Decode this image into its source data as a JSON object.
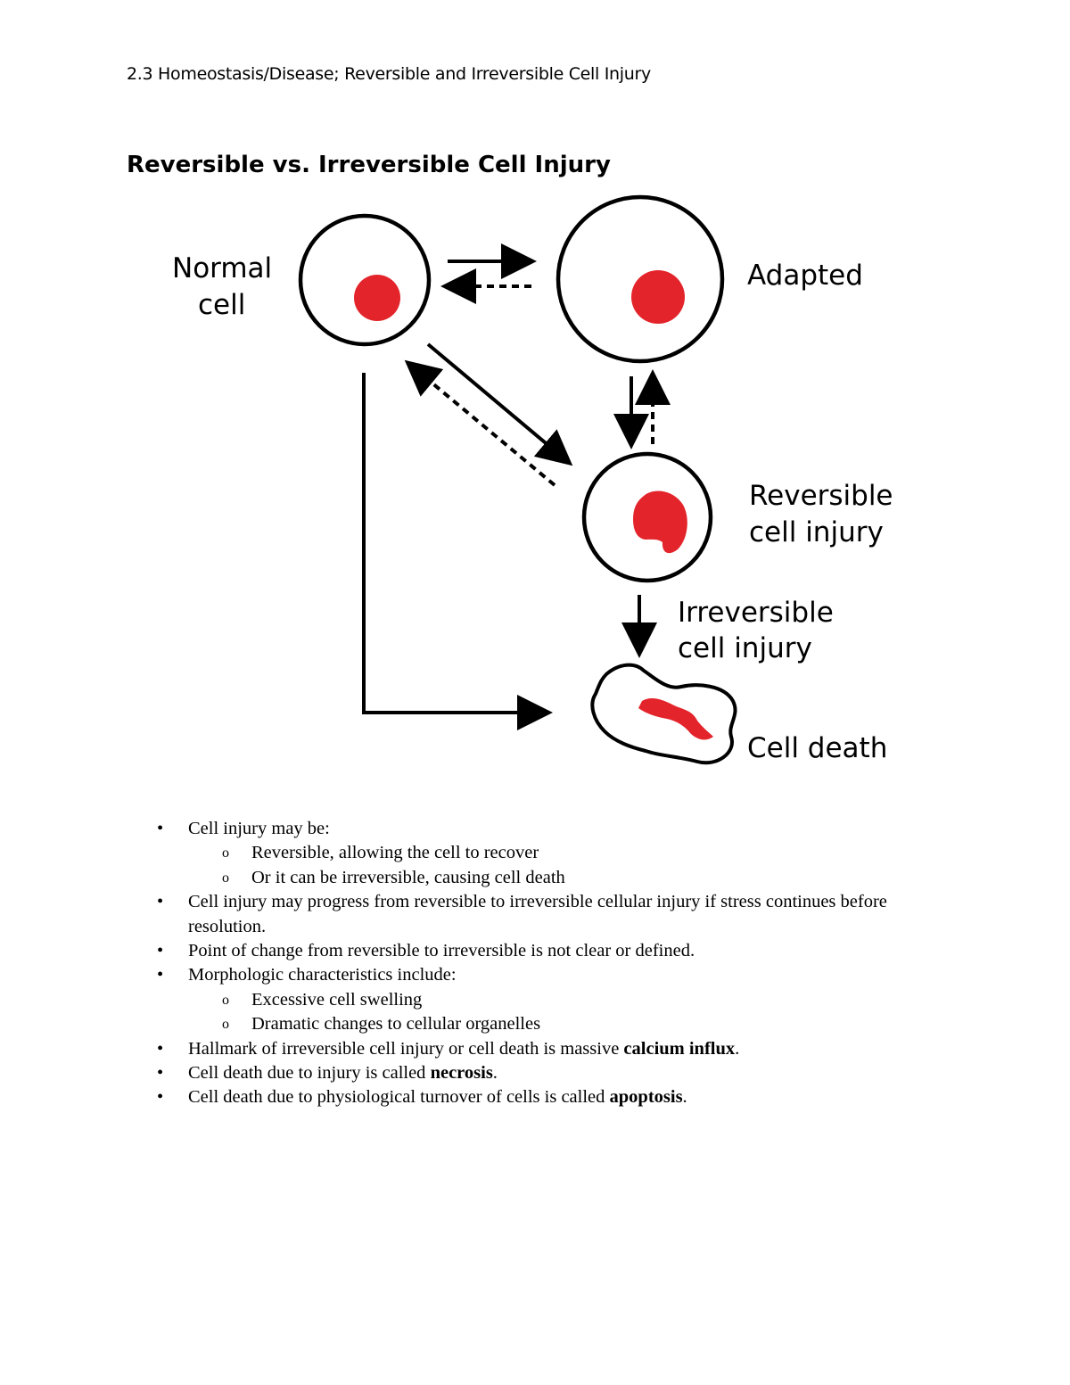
{
  "header": "2.3 Homeostasis/Disease; Reversible and Irreversible Cell Injury",
  "diagram": {
    "title": "Reversible vs. Irreversible Cell Injury",
    "labels": {
      "normal_line1": "Normal",
      "normal_line2": "cell",
      "adapted": "Adapted",
      "reversible_line1": "Reversible",
      "reversible_line2": "cell injury",
      "irreversible_line1": "Irreversible",
      "irreversible_line2": "cell injury",
      "cell_death": "Cell death"
    },
    "colors": {
      "nucleus": "#e3242b",
      "outline": "#000000"
    }
  },
  "bullets": {
    "b1": "Cell injury may be:",
    "b1_sub1": "Reversible, allowing the cell to recover",
    "b1_sub2": "Or it can be irreversible, causing cell death",
    "b2": "Cell injury may progress from reversible to irreversible cellular injury if stress continues before resolution.",
    "b3": "Point of change from reversible to irreversible is not clear or defined.",
    "b4": "Morphologic characteristics include:",
    "b4_sub1": "Excessive cell swelling",
    "b4_sub2": "Dramatic changes to cellular organelles",
    "b5_pre": "Hallmark of irreversible cell injury or cell death is massive ",
    "b5_bold": "calcium influx",
    "b5_post": ".",
    "b6_pre": "Cell death due to injury is called ",
    "b6_bold": "necrosis",
    "b6_post": ".",
    "b7_pre": "Cell death due to physiological turnover of cells is called ",
    "b7_bold": "apoptosis",
    "b7_post": "."
  }
}
